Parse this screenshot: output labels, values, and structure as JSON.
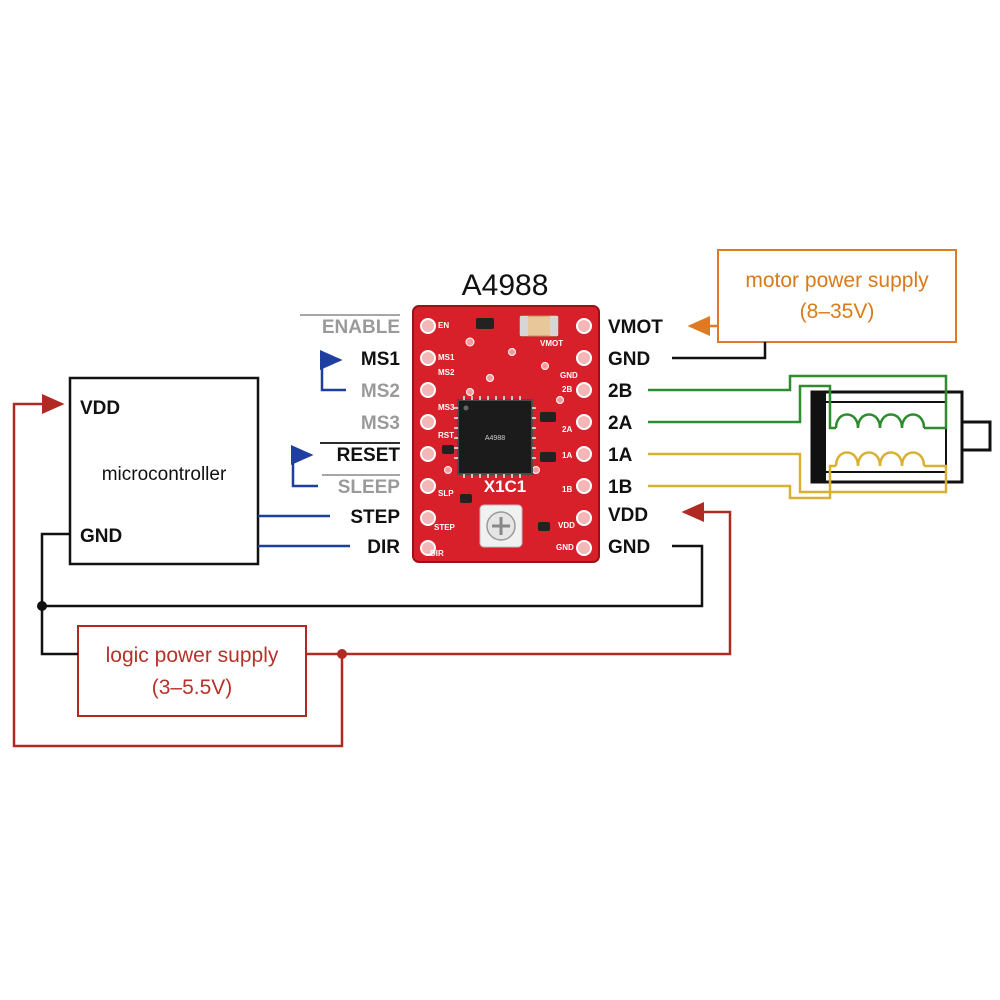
{
  "title": "A4988",
  "colors": {
    "logic": "#b02a24",
    "motor_supply": "#e07a22",
    "coil_b": "#2e8b2e",
    "coil_a": "#d8b132",
    "control": "#1e3ea0",
    "ground": "#111111",
    "board": "#d8202a"
  },
  "left_pins": [
    {
      "label": "ENABLE",
      "state": "inactive",
      "overline": true
    },
    {
      "label": "MS1",
      "state": "active",
      "overline": false
    },
    {
      "label": "MS2",
      "state": "inactive",
      "overline": false
    },
    {
      "label": "MS3",
      "state": "inactive",
      "overline": false
    },
    {
      "label": "RESET",
      "state": "active",
      "overline": true
    },
    {
      "label": "SLEEP",
      "state": "inactive",
      "overline": true
    },
    {
      "label": "STEP",
      "state": "active",
      "overline": false
    },
    {
      "label": "DIR",
      "state": "active",
      "overline": false
    }
  ],
  "right_pins": [
    "VMOT",
    "GND",
    "2B",
    "2A",
    "1A",
    "1B",
    "VDD",
    "GND"
  ],
  "microcontroller": {
    "label": "microcontroller",
    "vdd": "VDD",
    "gnd": "GND"
  },
  "motor_supply": {
    "line1": "motor power supply",
    "line2": "(8–35V)"
  },
  "logic_supply": {
    "line1": "logic power supply",
    "line2": "(3–5.5V)"
  },
  "board_silk": {
    "en": "EN",
    "ms1": "MS1",
    "ms2": "MS2",
    "ms3": "MS3",
    "rst": "RST",
    "slp": "SLP",
    "step": "STEP",
    "dir": "DIR",
    "gnd1": "GND",
    "b2": "2B",
    "a2": "2A",
    "a1": "1A",
    "b1": "1B",
    "vdd": "VDD",
    "gnd2": "GND",
    "vmot": "VMOT",
    "model": "X1C1",
    "chip": "A4988"
  }
}
